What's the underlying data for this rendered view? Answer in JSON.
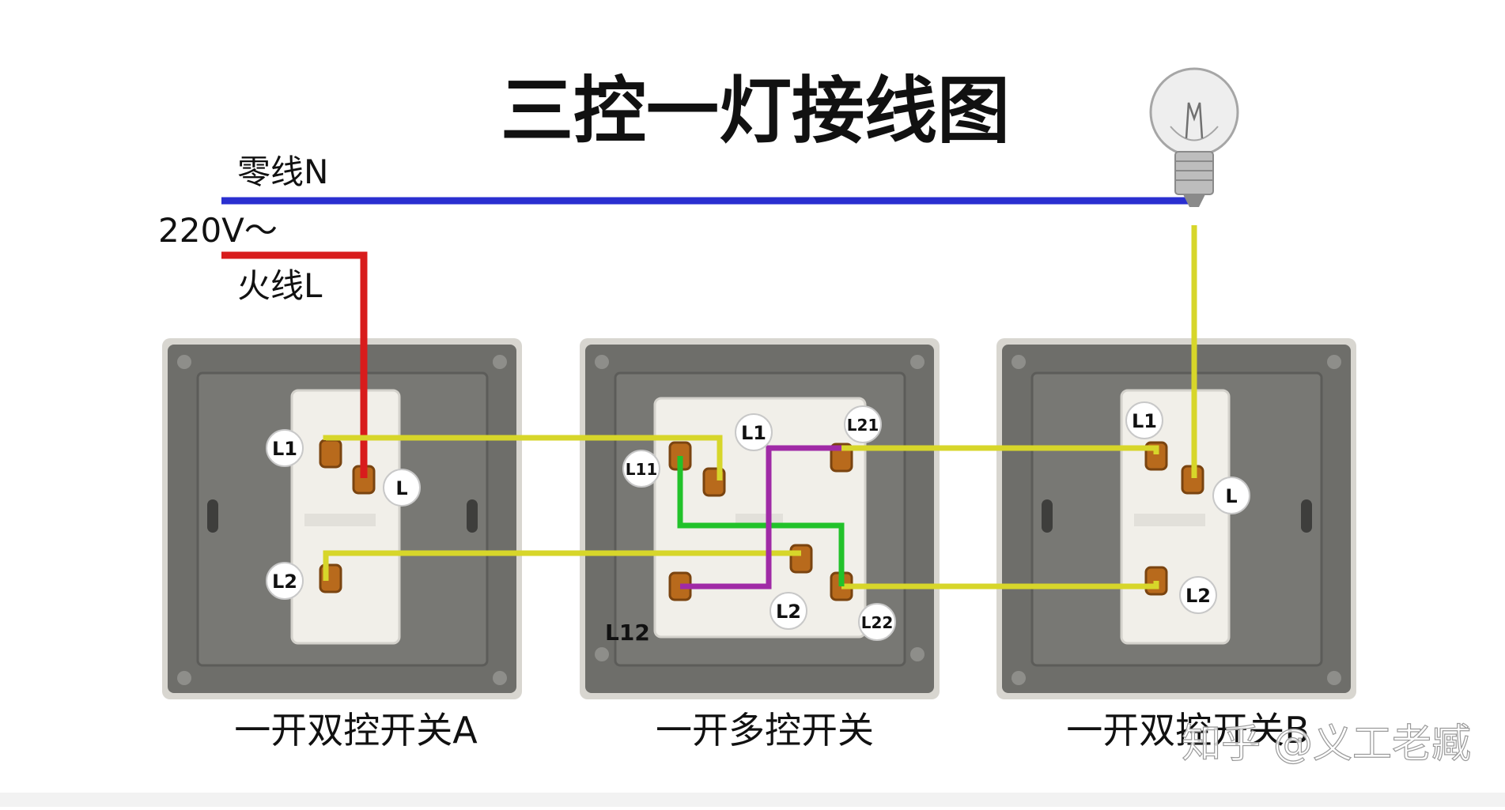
{
  "title": "三控一灯接线图",
  "supply": {
    "neutral_label": "零线N",
    "voltage_label": "220V～",
    "live_label": "火线L"
  },
  "switches": [
    {
      "caption": "一开双控开关A",
      "terminals": {
        "l1": "L1",
        "l": "L",
        "l2": "L2"
      }
    },
    {
      "caption": "一开多控开关",
      "terminals": {
        "l1": "L1",
        "l11": "L11",
        "l21": "L21",
        "l2": "L2",
        "l12": "L12",
        "l22": "L22"
      }
    },
    {
      "caption": "一开双控开关B",
      "terminals": {
        "l1": "L1",
        "l": "L",
        "l2": "L2"
      }
    }
  ],
  "watermark": "知乎 @义工老臧",
  "colors": {
    "neutral_wire": "#2a2fd0",
    "live_wire": "#d81c1c",
    "traveler_wire": "#d7d62a",
    "cross_wire_green": "#22c22a",
    "cross_wire_purple": "#a02aa6",
    "plate_frame": "#6e6e6a",
    "module_body": "#f1efe9",
    "terminal_brass": "#b86a1c"
  }
}
